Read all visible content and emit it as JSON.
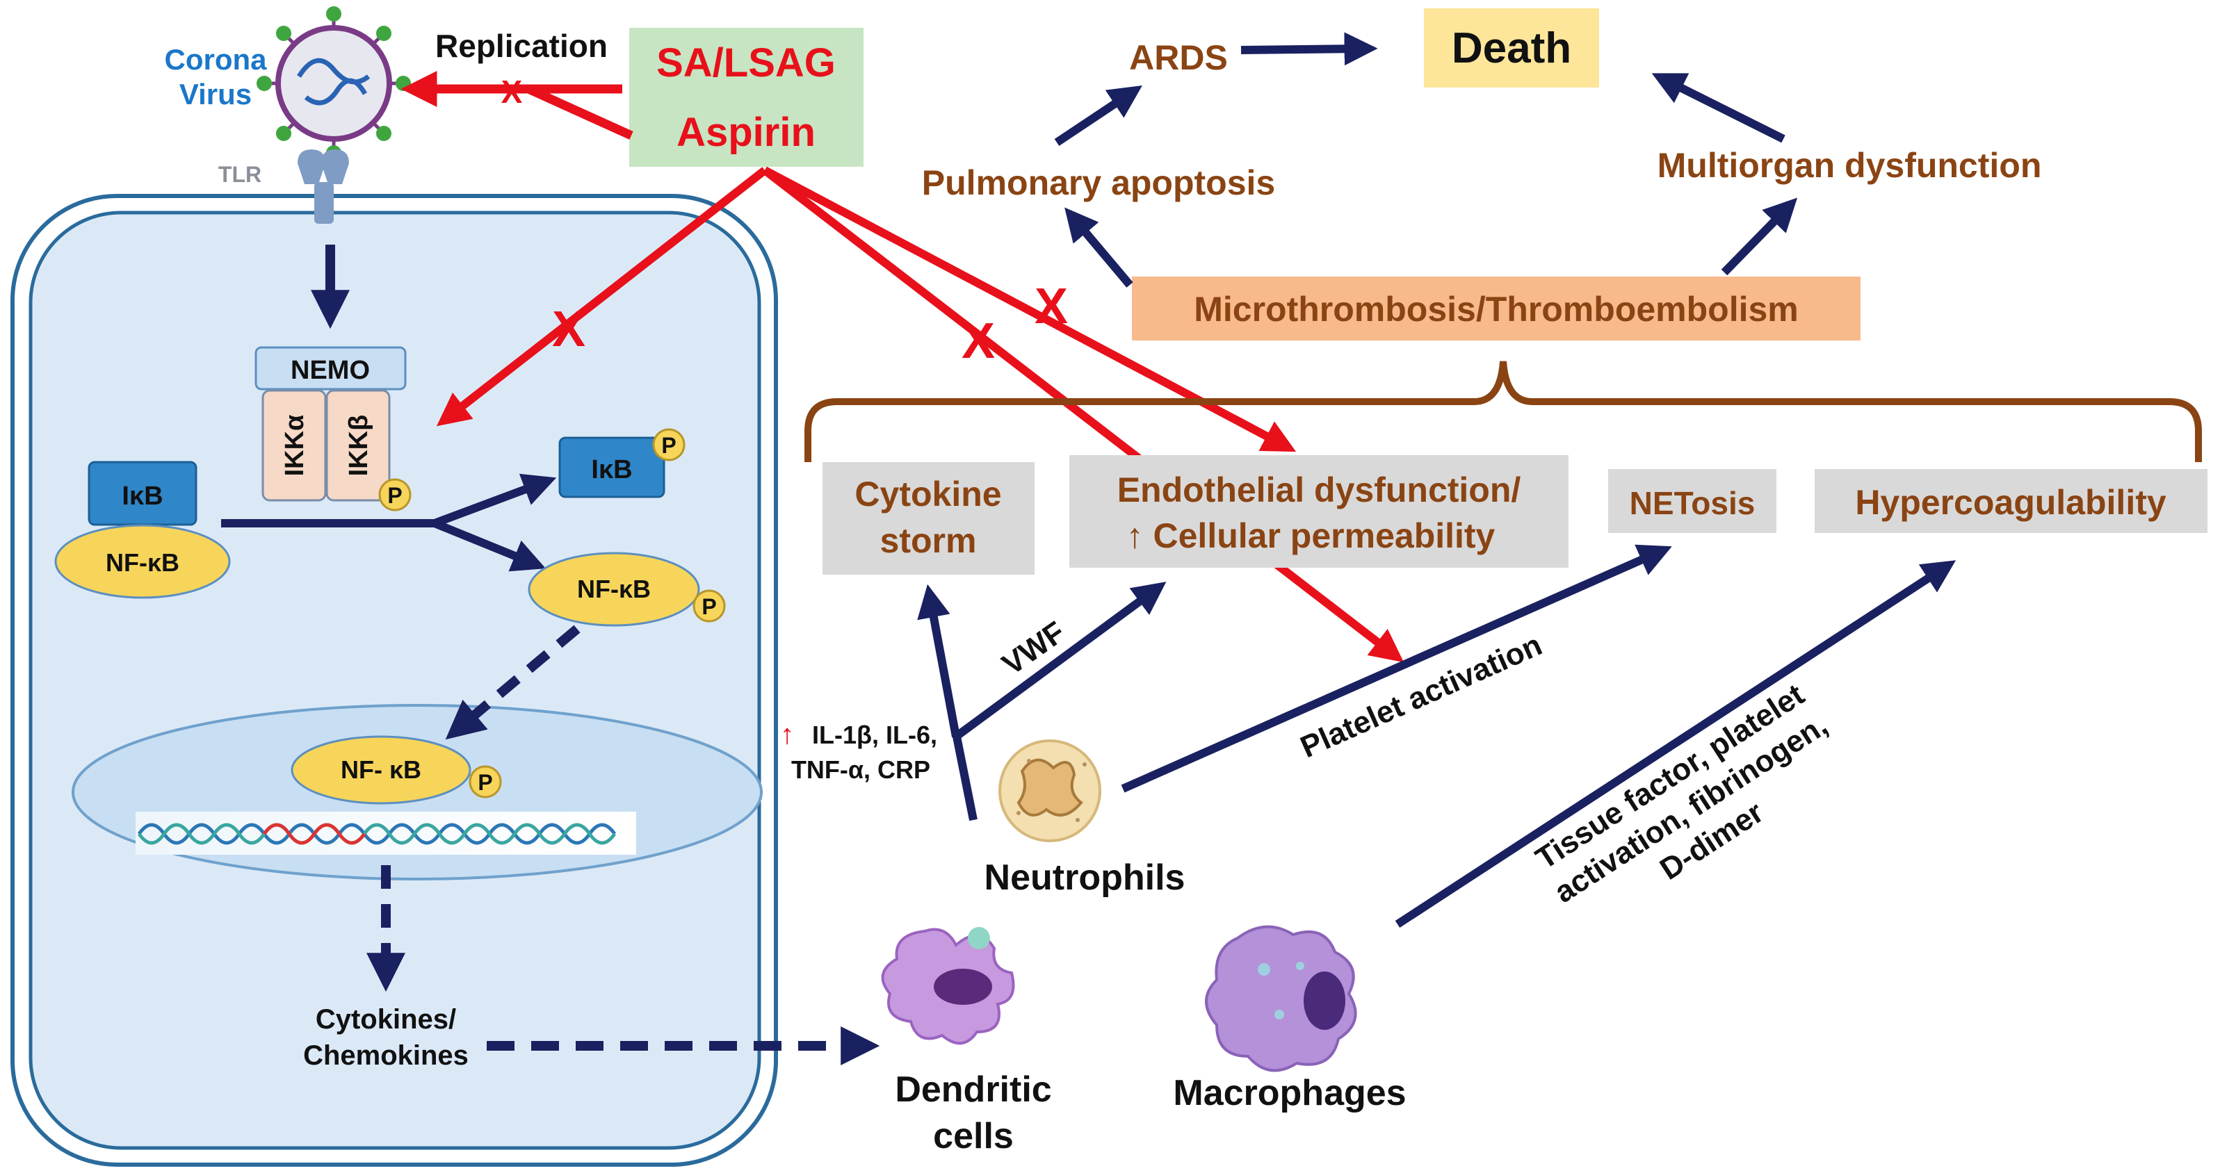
{
  "drug": {
    "line1": "SA/LSAG",
    "line2": "Aspirin"
  },
  "virus": {
    "line1": "Corona",
    "line2": "Virus",
    "icon": "coronavirus-icon"
  },
  "labels": {
    "replication": "Replication",
    "tlr": "TLR",
    "nemo": "NEMO",
    "ikka": "IKKα",
    "ikkb": "IKKβ",
    "ikb": "IκB",
    "nfkb": "NF-κB",
    "nfkb_nucleus": "NF- κB",
    "phospho": "P",
    "cytokines_line1": "Cytokines/",
    "cytokines_line2": "Chemokines",
    "blocked": "X"
  },
  "outcomes": {
    "death": "Death",
    "ards": "ARDS",
    "pulmonary_apoptosis": "Pulmonary apoptosis",
    "multiorgan_dysfunction": "Multiorgan dysfunction",
    "microthrombosis": "Microthrombosis/Thromboembolism"
  },
  "conditions": {
    "cytokine_storm_line1": "Cytokine",
    "cytokine_storm_line2": "storm",
    "endothelial_line1": "Endothelial dysfunction/",
    "endothelial_line2": "↑ Cellular permeability",
    "netosis": "NETosis",
    "hypercoagulability": "Hypercoagulability"
  },
  "pathway_labels": {
    "vwf": "VWF",
    "platelet_activation": "Platelet activation",
    "cytokines_up_arrow": "↑",
    "cytokines_markers_line1": "IL-1β, IL-6,",
    "cytokines_markers_line2": "TNF-α, CRP",
    "tissue_line1": "Tissue factor, platelet",
    "tissue_line2": "activation, fibrinogen,",
    "tissue_line3": "D-dimer"
  },
  "cells": {
    "neutrophils": "Neutrophils",
    "dendritic_line1": "Dendritic",
    "dendritic_line2": "cells",
    "macrophages": "Macrophages"
  },
  "colors": {
    "navy_arrow": "#1a2160",
    "inhibition_red": "#e8101a",
    "outcome_brown": "#8a4413",
    "drug_box": "#c7e5c2",
    "thrombosis_box": "#f8b98b",
    "condition_box": "#d9d9d9",
    "death_box": "#fde69a",
    "cell_fill": "#dbe9f7",
    "nfkb_fill": "#f7d55a",
    "ikb_fill": "#2f86c8"
  }
}
